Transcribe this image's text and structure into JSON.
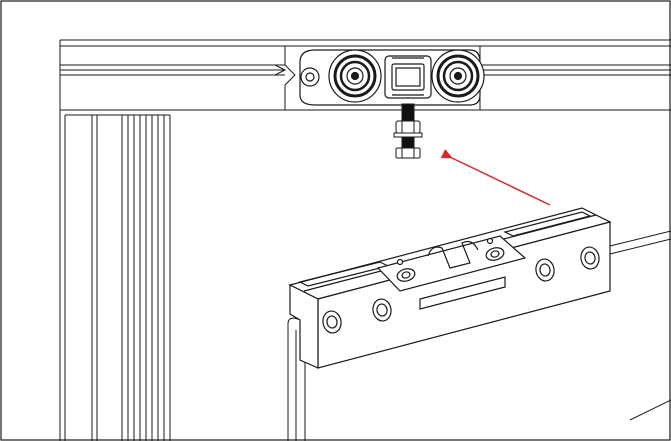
{
  "diagram": {
    "colors": {
      "line": "#1a1a1a",
      "fill": "#ffffff",
      "arrow": "#d9262b",
      "bolt": "#111111"
    },
    "parts": {
      "track": "top-rail-track",
      "trolley": "roller-trolley",
      "bolt": "hanger-bolt",
      "plate": "door-top-bracket",
      "door": "door-panel",
      "frame": "side-frame-post"
    }
  }
}
